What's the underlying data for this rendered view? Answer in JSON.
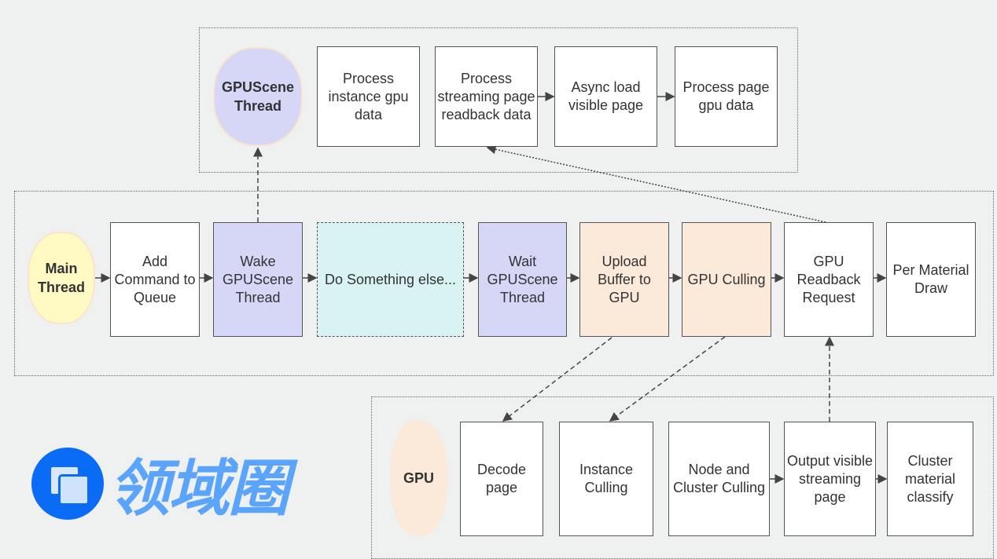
{
  "gpuscene_group": {
    "lane_label": "GPUScene Thread",
    "steps": [
      "Process instance gpu data",
      "Process streaming page readback data",
      "Async load visible page",
      "Process page gpu data"
    ]
  },
  "main_group": {
    "lane_label": "Main Thread",
    "steps": [
      "Add Command to Queue",
      "Wake GPUScene Thread",
      "Do Something else...",
      "Wait GPUScene Thread",
      "Upload Buffer to GPU",
      "GPU Culling",
      "GPU Readback Request",
      "Per Material Draw"
    ]
  },
  "gpu_group": {
    "lane_label": "GPU",
    "steps": [
      "Decode page",
      "Instance Culling",
      "Node and Cluster Culling",
      "Output visible streaming page",
      "Cluster material classify"
    ]
  },
  "colors": {
    "lane_gpuscene": "#d6d6f6",
    "lane_main": "#fff9c4",
    "lane_gpu": "#fbe9da",
    "async_step": "#d9f3f3"
  },
  "watermark": {
    "text": "领域圈"
  }
}
